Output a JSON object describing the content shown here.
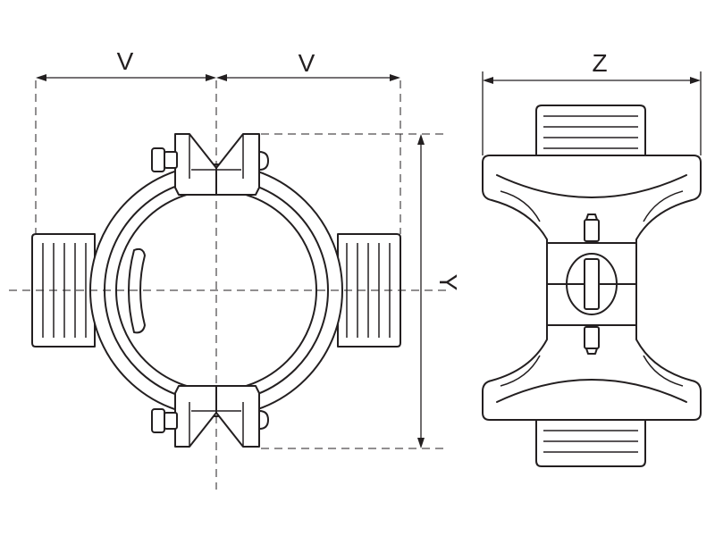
{
  "labels": {
    "v_left": "V",
    "v_right": "V",
    "y": "Y",
    "z": "Z"
  },
  "colors": {
    "stroke": "#231f20",
    "background": "#ffffff"
  }
}
